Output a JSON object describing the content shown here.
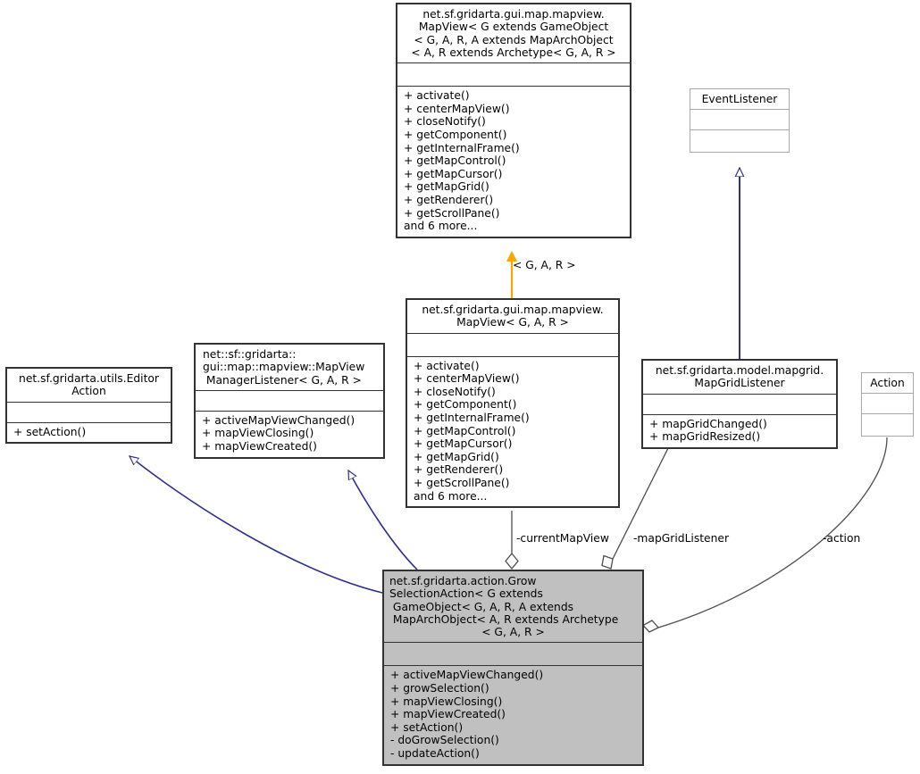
{
  "diagram": {
    "type": "uml-class-diagram",
    "background": "#ffffff",
    "colors": {
      "box_border": "#2b2b2b",
      "light_box_border": "#a8a8a8",
      "highlight_fill": "#c0c0c0",
      "inheritance_edge": "#30308f",
      "usage_edge": "#4d4d4d",
      "template_edge": "#ffa500"
    }
  },
  "classes": {
    "mapview_generic": {
      "title_lines": [
        "net.sf.gridarta.gui.map.mapview.",
        "MapView< G extends GameObject",
        "< G, A, R, A extends MapArchObject",
        "< A, R extends Archetype< G, A, R >"
      ],
      "attributes": [],
      "operations": [
        "+ activate()",
        "+ centerMapView()",
        "+ closeNotify()",
        "+ getComponent()",
        "+ getInternalFrame()",
        "+ getMapControl()",
        "+ getMapCursor()",
        "+ getMapGrid()",
        "+ getRenderer()",
        "+ getScrollPane()",
        "and 6 more..."
      ]
    },
    "event_listener": {
      "title_lines": [
        "EventListener"
      ],
      "attributes": [],
      "operations": []
    },
    "mapview_gar": {
      "title_lines": [
        "net.sf.gridarta.gui.map.mapview.",
        "MapView< G, A, R >"
      ],
      "attributes": [],
      "operations": [
        "+ activate()",
        "+ centerMapView()",
        "+ closeNotify()",
        "+ getComponent()",
        "+ getInternalFrame()",
        "+ getMapControl()",
        "+ getMapCursor()",
        "+ getMapGrid()",
        "+ getRenderer()",
        "+ getScrollPane()",
        "and 6 more..."
      ]
    },
    "editor_action": {
      "title_lines": [
        "net.sf.gridarta.utils.Editor",
        "Action"
      ],
      "attributes": [],
      "operations": [
        "+ setAction()"
      ]
    },
    "mapview_manager_listener": {
      "title_lines": [
        "net::sf::gridarta::",
        "gui::map::mapview::MapView",
        " ManagerListener< G, A, R >"
      ],
      "attributes": [],
      "operations": [
        "+ activeMapViewChanged()",
        "+ mapViewClosing()",
        "+ mapViewCreated()"
      ]
    },
    "map_grid_listener": {
      "title_lines": [
        "net.sf.gridarta.model.mapgrid.",
        "MapGridListener"
      ],
      "attributes": [],
      "operations": [
        "+ mapGridChanged()",
        "+ mapGridResized()"
      ]
    },
    "action": {
      "title_lines": [
        "Action"
      ],
      "attributes": [],
      "operations": []
    },
    "grow_selection_action": {
      "title_lines": [
        "net.sf.gridarta.action.Grow",
        "SelectionAction< G extends",
        " GameObject< G, A, R, A extends",
        " MapArchObject< A, R extends Archetype",
        "< G, A, R >"
      ],
      "attributes": [],
      "operations": [
        "+ activeMapViewChanged()",
        "+ growSelection()",
        "+ mapViewClosing()",
        "+ mapViewCreated()",
        "+ setAction()",
        "- doGrowSelection()",
        "- updateAction()"
      ]
    }
  },
  "edges": {
    "template_binding_label": "< G, A, R >",
    "current_map_view_label": "-currentMapView",
    "map_grid_listener_label": "-mapGridListener",
    "action_label": "-action"
  }
}
